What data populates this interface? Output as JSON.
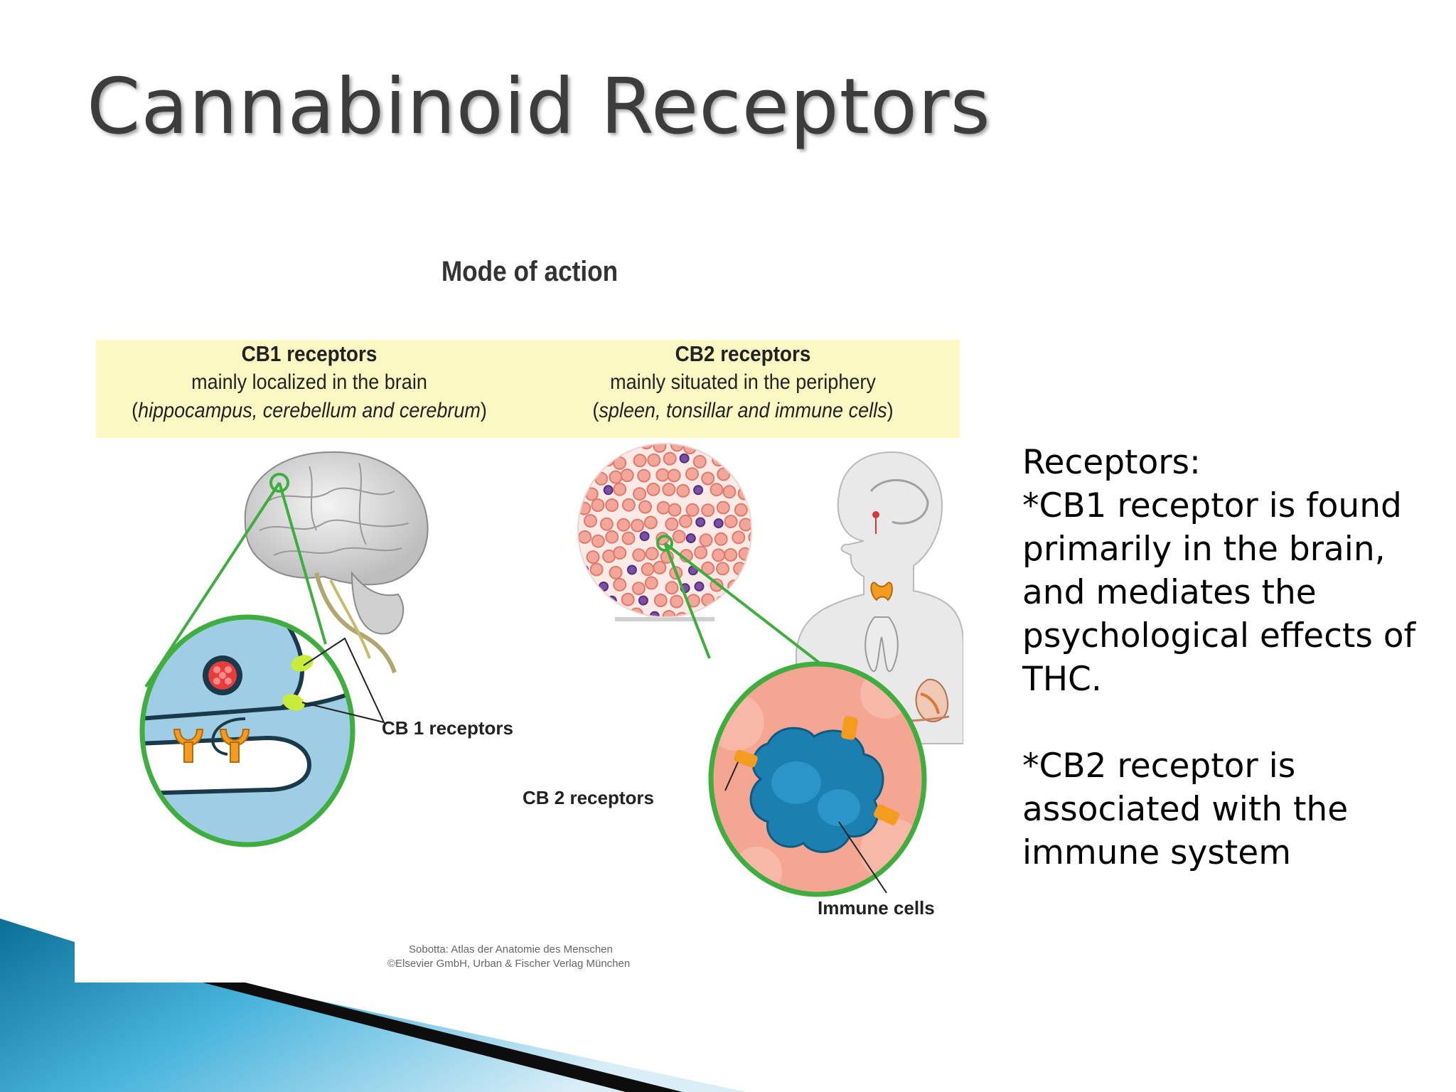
{
  "slide": {
    "title": "Cannabinoid Receptors"
  },
  "figure": {
    "heading": "Mode of action",
    "cb1": {
      "title": "CB1 receptors",
      "line1": "mainly localized in the brain",
      "line2_open": "(",
      "line2_italic": "hippocampus, cerebellum and cerebrum",
      "line2_close": ")"
    },
    "cb2": {
      "title": "CB2 receptors",
      "line1": "mainly situated in the periphery",
      "line2_open": "(",
      "line2_italic": "spleen, tonsillar and immune cells",
      "line2_close": ")"
    },
    "labels": {
      "cb1_receptors": "CB 1 receptors",
      "cb2_receptors": "CB 2 receptors",
      "immune_cells": "Immune cells"
    },
    "credit": {
      "line1": "Sobotta: Atlas der Anatomie des Menschen",
      "line2": "©Elsevier GmbH, Urban & Fischer Verlag München"
    }
  },
  "notes": {
    "heading": "Receptors:",
    "cb1_text": "*CB1 receptor is found primarily in the brain, and mediates the psychological effects of THC.",
    "cb2_text": "*CB2 receptor is associated with the immune system"
  },
  "colors": {
    "band": "#fbf8c4",
    "ring": "#3fae3f",
    "receptor_orange": "#f39c1f",
    "cb1_receptor": "#c8ec3a",
    "accent_blue": "#1b7fb0"
  }
}
